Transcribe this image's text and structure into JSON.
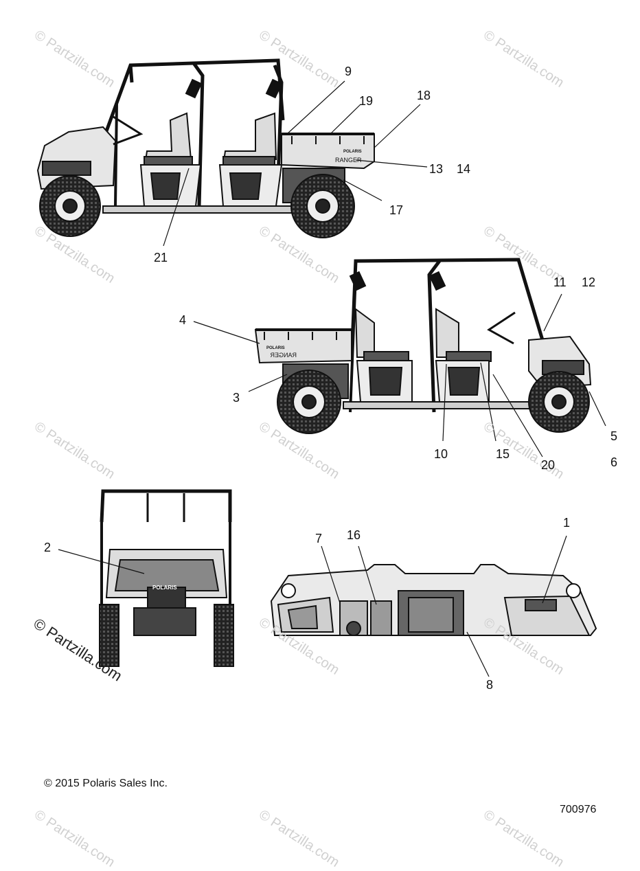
{
  "callouts": {
    "c1": "1",
    "c2": "2",
    "c3": "3",
    "c4": "4",
    "c5": "5",
    "c6": "6",
    "c7": "7",
    "c8": "8",
    "c9": "9",
    "c10": "10",
    "c11": "11",
    "c12": "12",
    "c13": "13",
    "c14": "14",
    "c15": "15",
    "c16": "16",
    "c17": "17",
    "c18": "18",
    "c19": "19",
    "c20": "20",
    "c21": "21"
  },
  "vehicle_decal": {
    "brand": "POLARIS",
    "model": "RANGER",
    "model_mirrored": "RANGER",
    "grille_badge": "POLARIS"
  },
  "watermark": {
    "text": "© Partzilla.com",
    "emphasized_text": "© Partzilla.com"
  },
  "footer": {
    "copyright": "© 2015 Polaris Sales Inc.",
    "diagram_number": "700976"
  }
}
